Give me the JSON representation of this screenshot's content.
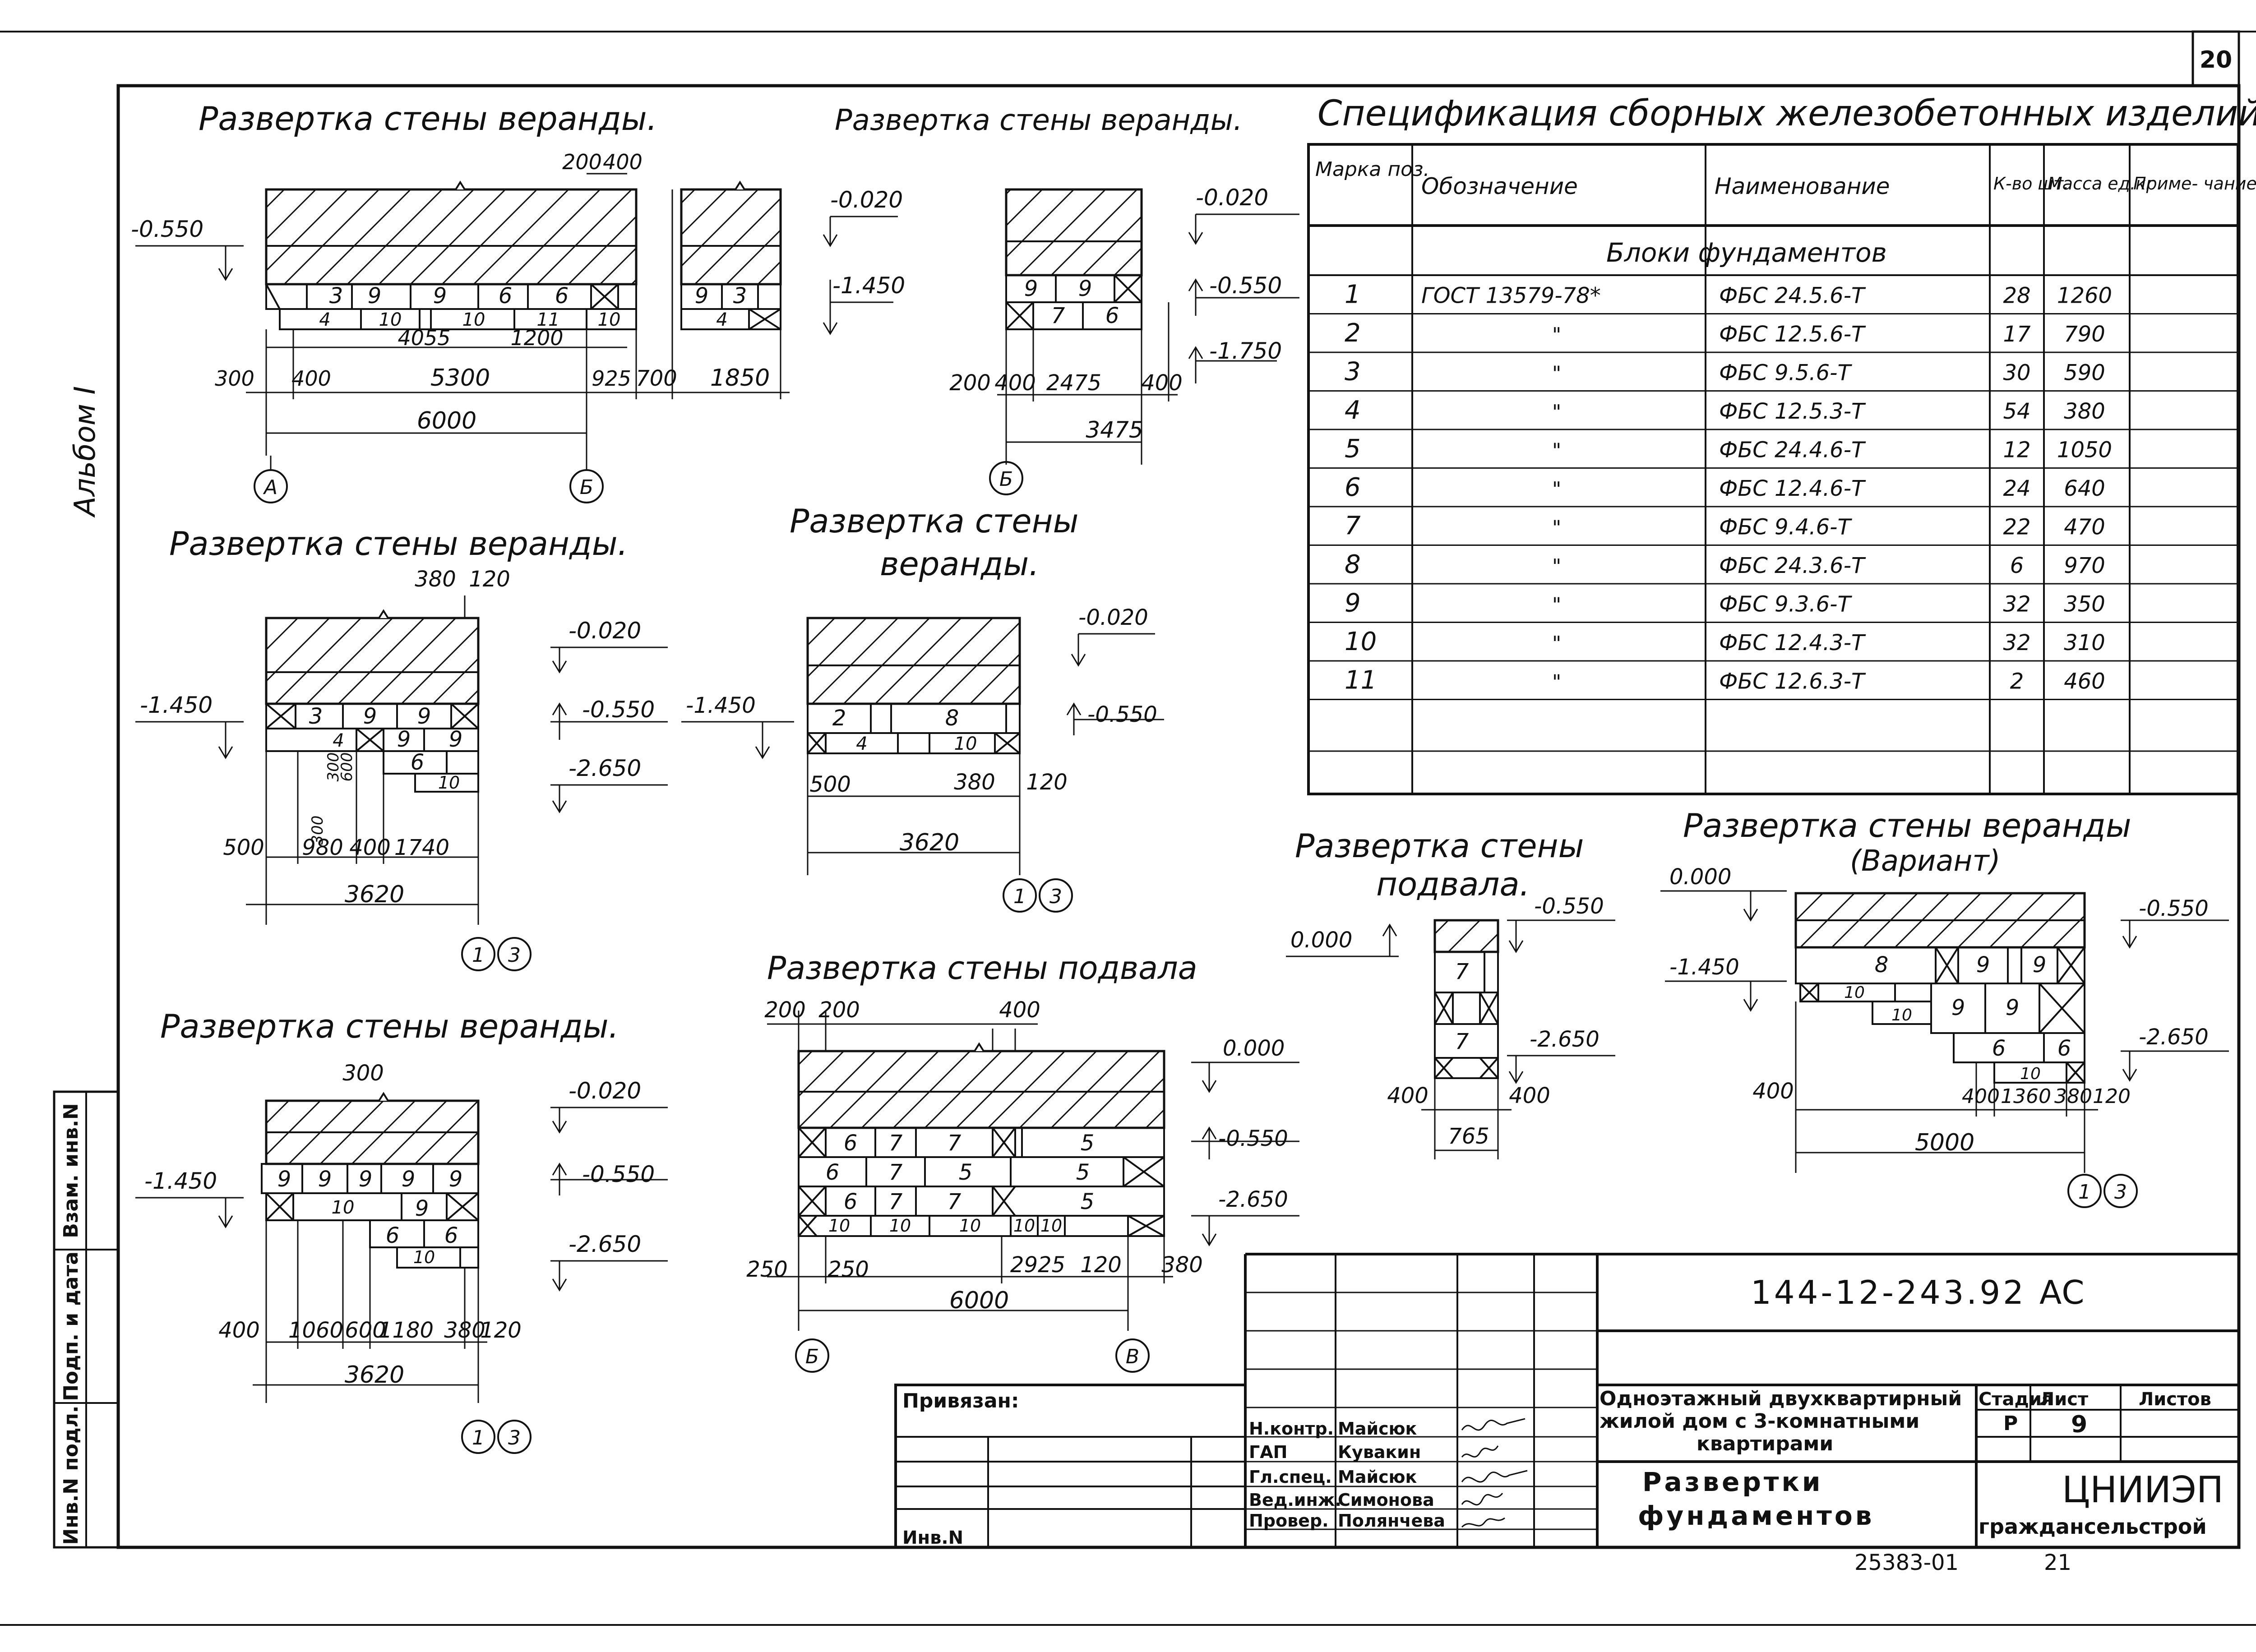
{
  "sheet_number": "20",
  "side_album": "Альбом I",
  "left_stamp": [
    "Инв.N подл.",
    "Подп. и дата",
    "Взам. инв.N"
  ],
  "titles": {
    "veranda": "Развертка стены веранды.",
    "veranda_split_1": "Развертка стены",
    "veranda_split_2": "веранды.",
    "basement": "Развертка стены подвала",
    "basement_split_1": "Развертка стены",
    "basement_split_2": "подвала.",
    "variant_1": "Развертка стены веранды",
    "variant_2": "(Вариант)",
    "spec": "Спецификация сборных железобетонных изделий."
  },
  "axes": [
    "А",
    "Б",
    "В",
    "1",
    "3"
  ],
  "levels": [
    "0.000",
    "-0.020",
    "-0.550",
    "-1.450",
    "-1.750",
    "-2.650"
  ],
  "d1": {
    "marks_row1": [
      "3",
      "9",
      "9",
      "6",
      "6"
    ],
    "marks_row2": [
      "4",
      "10",
      "10",
      "11",
      "10"
    ],
    "dims": [
      "200",
      "400",
      "4055",
      "1200",
      "300",
      "400",
      "5300",
      "925",
      "6000"
    ],
    "lvl": "-0.550"
  },
  "d2": {
    "marks": [
      "9",
      "3",
      "4"
    ],
    "dims": [
      "700",
      "1850"
    ],
    "lvls": [
      "-0.020",
      "-1.450"
    ]
  },
  "d3": {
    "marks": [
      "9",
      "9",
      "7",
      "6"
    ],
    "dims": [
      "200",
      "400",
      "2475",
      "400",
      "3475"
    ],
    "lvls": [
      "-0.020",
      "-0.550",
      "-1.750"
    ]
  },
  "d4": {
    "marks": [
      "3",
      "9",
      "9",
      "4",
      "9",
      "9",
      "6",
      "10"
    ],
    "dims": [
      "380",
      "120",
      "500",
      "980",
      "400",
      "1740",
      "3620",
      "300",
      "300",
      "600"
    ],
    "lvls": [
      "-0.020",
      "-1.450",
      "-0.550",
      "-2.650"
    ]
  },
  "d5": {
    "marks": [
      "2",
      "8",
      "4",
      "10"
    ],
    "dims": [
      "500",
      "380",
      "120",
      "3620"
    ],
    "lvls": [
      "-0.020",
      "-1.450",
      "-0.550"
    ]
  },
  "d6": {
    "marks": [
      "9",
      "9",
      "9",
      "9",
      "9",
      "10",
      "9",
      "6",
      "6",
      "10"
    ],
    "dims": [
      "300",
      "400",
      "1060",
      "600",
      "1180",
      "380",
      "120",
      "3620"
    ],
    "lvls": [
      "-0.020",
      "-1.450",
      "-0.550",
      "-2.650"
    ]
  },
  "d7": {
    "marks": [
      "6",
      "7",
      "7",
      "5",
      "6",
      "7",
      "5",
      "5",
      "6",
      "7",
      "7",
      "5",
      "10",
      "10",
      "10",
      "10",
      "10"
    ],
    "dims": [
      "200",
      "200",
      "400",
      "250",
      "250",
      "2925",
      "120",
      "380",
      "6000"
    ],
    "lvls": [
      "0.000",
      "-0.550",
      "-2.650"
    ]
  },
  "d8": {
    "marks": [
      "7",
      "7"
    ],
    "dims": [
      "400",
      "400",
      "765"
    ],
    "lvls": [
      "0.000",
      "-0.550",
      "-2.650"
    ]
  },
  "d9": {
    "marks": [
      "8",
      "9",
      "9",
      "10",
      "10",
      "9",
      "9",
      "6",
      "6",
      "10"
    ],
    "dims": [
      "400",
      "400",
      "1360",
      "380",
      "120",
      "5000"
    ],
    "lvls": [
      "0.000",
      "-1.450",
      "-0.550",
      "-2.650"
    ]
  },
  "spec": {
    "headers": [
      "Марка поз.",
      "Обозначение",
      "Наименование",
      "К-во шт.",
      "Масса ед.кг",
      "Приме- чание"
    ],
    "group": "Блоки фундаментов",
    "ditto": "\"",
    "rows": [
      {
        "pos": "1",
        "doc": "ГОСТ 13579-78*",
        "name": "ФБС 24.5.6-Т",
        "qty": "28",
        "mass": "1260"
      },
      {
        "pos": "2",
        "doc": "",
        "name": "ФБС 12.5.6-Т",
        "qty": "17",
        "mass": "790"
      },
      {
        "pos": "3",
        "doc": "",
        "name": "ФБС 9.5.6-Т",
        "qty": "30",
        "mass": "590"
      },
      {
        "pos": "4",
        "doc": "",
        "name": "ФБС 12.5.3-Т",
        "qty": "54",
        "mass": "380"
      },
      {
        "pos": "5",
        "doc": "",
        "name": "ФБС 24.4.6-Т",
        "qty": "12",
        "mass": "1050"
      },
      {
        "pos": "6",
        "doc": "",
        "name": "ФБС 12.4.6-Т",
        "qty": "24",
        "mass": "640"
      },
      {
        "pos": "7",
        "doc": "",
        "name": "ФБС 9.4.6-Т",
        "qty": "22",
        "mass": "470"
      },
      {
        "pos": "8",
        "doc": "",
        "name": "ФБС 24.3.6-Т",
        "qty": "6",
        "mass": "970"
      },
      {
        "pos": "9",
        "doc": "",
        "name": "ФБС 9.3.6-Т",
        "qty": "32",
        "mass": "350"
      },
      {
        "pos": "10",
        "doc": "",
        "name": "ФБС 12.4.3-Т",
        "qty": "32",
        "mass": "310"
      },
      {
        "pos": "11",
        "doc": "",
        "name": "ФБС 12.6.3-Т",
        "qty": "2",
        "mass": "460"
      }
    ]
  },
  "title_block": {
    "code": "144-12-243.92",
    "suffix": "АС",
    "privyazan": "Привязан:",
    "inv": "Инв.N",
    "roles": [
      "Н.контр.",
      "ГАП",
      "Гл.спец.",
      "Вед.инж.",
      "Провер."
    ],
    "names": [
      "Майсюк",
      "Кувакин",
      "Майсюк",
      "Симонова",
      "Полянчева"
    ],
    "object_lines": [
      "Одноэтажный двухквартирный",
      "жилой дом с 3-комнатными",
      "квартирами"
    ],
    "sheet_title_lines": [
      "Развертки",
      "фундаментов"
    ],
    "stage_label": "Стадия",
    "sheet_label": "Лист",
    "sheets_label": "Листов",
    "stage": "Р",
    "sheet": "9",
    "org_1": "ЦНИИЭП",
    "org_2": "граждансельстрой"
  },
  "footer": {
    "archive": "25383-01",
    "page": "21"
  }
}
